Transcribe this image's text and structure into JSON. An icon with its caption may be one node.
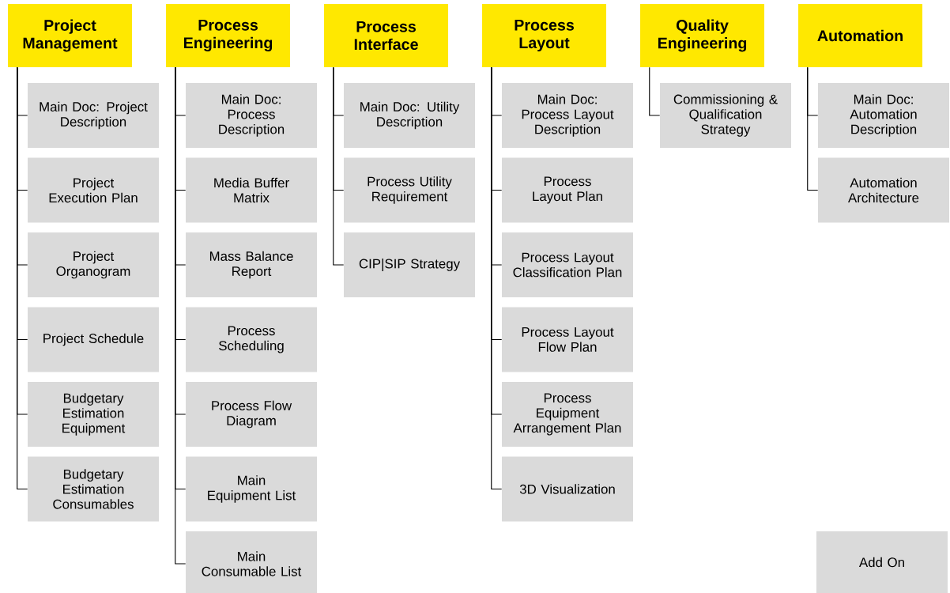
{
  "diagram": {
    "nodes": [
      {
        "text": [
          "Project Management"
        ]
      },
      {
        "text": [
          "Main Doc: Project Description"
        ]
      },
      {
        "text": [
          "Project Execution Plan"
        ]
      },
      {
        "text": [
          "Project Organogram"
        ]
      },
      {
        "text": [
          "Project Schedule"
        ]
      },
      {
        "text": [
          "Budgetary Estimation Equipment"
        ]
      },
      {
        "text": [
          "Budgetary Estimation Consumables"
        ]
      },
      {
        "text": [
          "Process Engineering"
        ]
      },
      {
        "text": [
          "Main Doc: Process Description"
        ]
      },
      {
        "text": [
          "Media Buffer Matrix"
        ]
      },
      {
        "text": [
          "Mass Balance Report"
        ]
      },
      {
        "text": [
          "Process Scheduling"
        ]
      },
      {
        "text": [
          "Process Flow Diagram"
        ]
      },
      {
        "text": [
          "Main Equipment List"
        ]
      },
      {
        "text": [
          "Main Consumable List"
        ]
      },
      {
        "text": [
          "Process Interface"
        ]
      },
      {
        "text": [
          "Main Doc: Utility Description"
        ]
      },
      {
        "text": [
          "Process Utility Requirement"
        ]
      },
      {
        "text": [
          "CIP|SIP Strategy"
        ]
      },
      {
        "text": [
          "Process Layout"
        ]
      },
      {
        "text": [
          "Main Doc: Process Layout Description"
        ]
      },
      {
        "text": [
          "Process Layout Plan"
        ]
      },
      {
        "text": [
          "Process Layout Classification Plan"
        ]
      },
      {
        "text": [
          "Process Layout Flow Plan"
        ]
      },
      {
        "text": [
          "Process Equipment Arrangement Plan"
        ]
      },
      {
        "text": [
          "3D Visualization"
        ]
      },
      {
        "text": [
          "Quality Engineering"
        ]
      },
      {
        "text": [
          "Commissioning & Qualification Strategy"
        ]
      },
      {
        "text": [
          "Automation"
        ]
      },
      {
        "text": [
          "Main Doc: Automation Description"
        ]
      },
      {
        "text": [
          "Automation Architecture"
        ]
      },
      {
        "text": [
          "Add On"
        ]
      }
    ],
    "edges": [
      {
        "from": 0,
        "to": 1,
        "arrow": "none"
      },
      {
        "from": 0,
        "to": 2,
        "arrow": "none"
      },
      {
        "from": 0,
        "to": 3,
        "arrow": "none"
      },
      {
        "from": 0,
        "to": 4,
        "arrow": "none"
      },
      {
        "from": 0,
        "to": 5,
        "arrow": "none"
      },
      {
        "from": 0,
        "to": 6,
        "arrow": "none"
      },
      {
        "from": 7,
        "to": 8,
        "arrow": "none"
      },
      {
        "from": 7,
        "to": 9,
        "arrow": "none"
      },
      {
        "from": 7,
        "to": 10,
        "arrow": "none"
      },
      {
        "from": 7,
        "to": 11,
        "arrow": "none"
      },
      {
        "from": 7,
        "to": 12,
        "arrow": "none"
      },
      {
        "from": 7,
        "to": 13,
        "arrow": "none"
      },
      {
        "from": 7,
        "to": 14,
        "arrow": "none"
      },
      {
        "from": 15,
        "to": 16,
        "arrow": "none"
      },
      {
        "from": 15,
        "to": 17,
        "arrow": "none"
      },
      {
        "from": 15,
        "to": 18,
        "arrow": "none"
      },
      {
        "from": 19,
        "to": 20,
        "arrow": "none"
      },
      {
        "from": 19,
        "to": 21,
        "arrow": "none"
      },
      {
        "from": 19,
        "to": 22,
        "arrow": "none"
      },
      {
        "from": 19,
        "to": 23,
        "arrow": "none"
      },
      {
        "from": 19,
        "to": 24,
        "arrow": "none"
      },
      {
        "from": 19,
        "to": 25,
        "arrow": "none"
      },
      {
        "from": 26,
        "to": 27,
        "arrow": "none"
      },
      {
        "from": 28,
        "to": 29,
        "arrow": "none"
      },
      {
        "from": 28,
        "to": 30,
        "arrow": "none"
      }
    ]
  }
}
